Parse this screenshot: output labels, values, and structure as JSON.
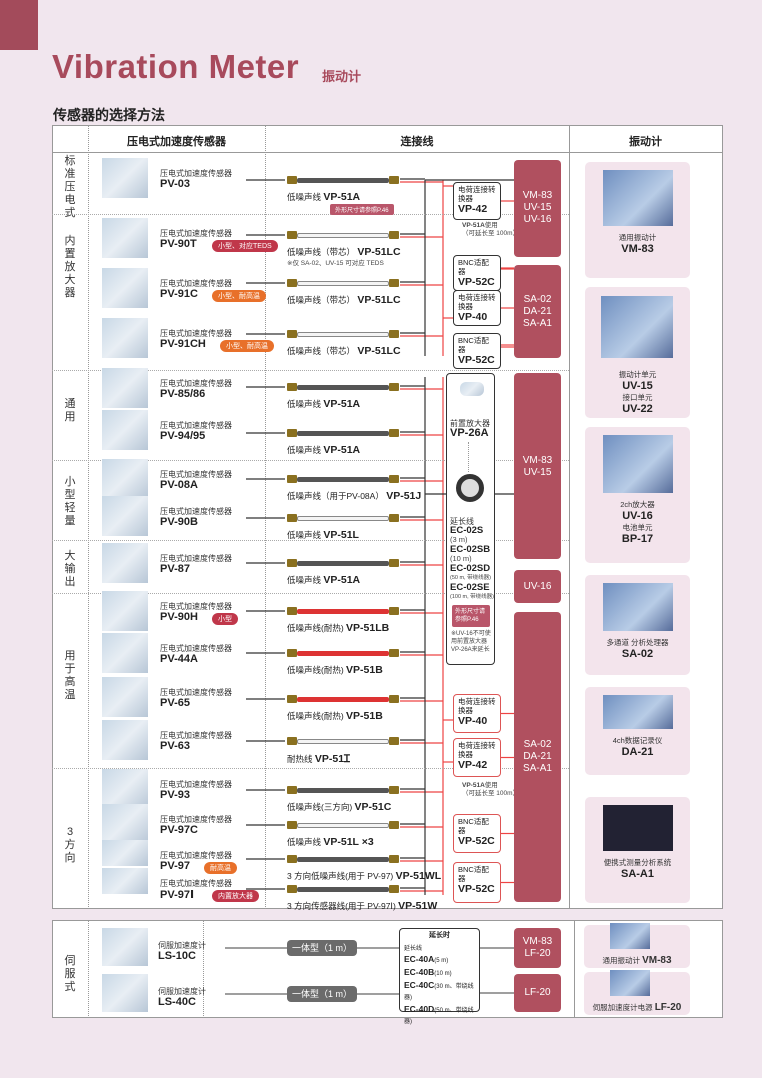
{
  "title": "Vibration Meter",
  "title_sub": "振动计",
  "section_title": "传感器的选择方法",
  "headers": {
    "sensor": "压电式加速度传感器",
    "cable": "连接线",
    "meter": "振动计"
  },
  "categories": [
    "标准压电式",
    "内置放大器",
    "通用",
    "小型轻量",
    "大输出",
    "用于高温",
    "3方向"
  ],
  "sensors": [
    {
      "type": "压电式加速度传感器",
      "model": "PV-03"
    },
    {
      "type": "压电式加速度传感器",
      "model": "PV-90T",
      "badge": "小型、对应TEDS"
    },
    {
      "type": "压电式加速度传感器",
      "model": "PV-91C",
      "badge": "小型、耐高温"
    },
    {
      "type": "压电式加速度传感器",
      "model": "PV-91CH",
      "badge": "小型、耐高温"
    },
    {
      "type": "压电式加速度传感器",
      "model": "PV-85/86"
    },
    {
      "type": "压电式加速度传感器",
      "model": "PV-94/95"
    },
    {
      "type": "压电式加速度传感器",
      "model": "PV-08A"
    },
    {
      "type": "压电式加速度传感器",
      "model": "PV-90B"
    },
    {
      "type": "压电式加速度传感器",
      "model": "PV-87"
    },
    {
      "type": "压电式加速度传感器",
      "model": "PV-90H",
      "badge": "小型"
    },
    {
      "type": "压电式加速度传感器",
      "model": "PV-44A"
    },
    {
      "type": "压电式加速度传感器",
      "model": "PV-65"
    },
    {
      "type": "压电式加速度传感器",
      "model": "PV-63"
    },
    {
      "type": "压电式加速度传感器",
      "model": "PV-93"
    },
    {
      "type": "压电式加速度传感器",
      "model": "PV-97C"
    },
    {
      "type": "压电式加速度传感器",
      "model": "PV-97",
      "badge": "耐高温"
    },
    {
      "type": "压电式加速度传感器",
      "model": "PV-97Ⅰ",
      "badge": "内置放大器"
    }
  ],
  "cables": [
    {
      "label": "低噪声线",
      "model": "VP-51A",
      "tag": "外形尺寸请参照P.46"
    },
    {
      "label": "低噪声线（带芯）",
      "model": "VP-51LC",
      "note": "※仅 SA-02、UV-15 可对应 TEDS"
    },
    {
      "label": "低噪声线（带芯）",
      "model": "VP-51LC"
    },
    {
      "label": "低噪声线（带芯）",
      "model": "VP-51LC"
    },
    {
      "label": "低噪声线",
      "model": "VP-51A"
    },
    {
      "label": "低噪声线",
      "model": "VP-51A"
    },
    {
      "label": "低噪声线（用于PV-08A）",
      "model": "VP-51J"
    },
    {
      "label": "低噪声线",
      "model": "VP-51L"
    },
    {
      "label": "低噪声线",
      "model": "VP-51A"
    },
    {
      "label": "低噪声线(耐热)",
      "model": "VP-51LB"
    },
    {
      "label": "低噪声线(耐热)",
      "model": "VP-51B"
    },
    {
      "label": "低噪声线(耐热)",
      "model": "VP-51B"
    },
    {
      "label": "耐热线",
      "model": "VP-51Ɪ"
    },
    {
      "label": "低噪声线(三方向)",
      "model": "VP-51C"
    },
    {
      "label": "低噪声线",
      "model": "VP-51L ×3"
    },
    {
      "label": "3 方向低噪声线(用于 PV-97)",
      "model": "VP-51WL"
    },
    {
      "label": "3 方向传感器线(用于 PV-97Ⅰ)",
      "model": "VP-51W"
    }
  ],
  "converters": [
    {
      "sub": "电荷连接转换器",
      "model": "VP-42"
    },
    {
      "sub": "BNC适配器",
      "model": "VP-52C"
    },
    {
      "sub": "电荷连接转换器",
      "model": "VP-40"
    },
    {
      "sub": "BNC适配器",
      "model": "VP-52C"
    },
    {
      "sub": "电荷连接转换器",
      "model": "VP-40"
    },
    {
      "sub": "电荷连接转换器",
      "model": "VP-42"
    },
    {
      "sub": "BNC适配器",
      "model": "VP-52C"
    },
    {
      "sub": "BNC适配器",
      "model": "VP-52C"
    }
  ],
  "ext_note": {
    "model": "VP-51A",
    "text": "使用",
    "paren": "可延长至 100m"
  },
  "preamp_box": {
    "sub": "前置放大器",
    "model": "VP-26A",
    "ext_label": "延长线",
    "items": [
      {
        "model": "EC-02S",
        "spec": "(3 m)"
      },
      {
        "model": "EC-02SB",
        "spec": "(10 m)"
      },
      {
        "model": "EC-02SD",
        "spec": "(50 m, 带绕线器)"
      },
      {
        "model": "EC-02SE",
        "spec": "(100 m, 带绕线器)"
      }
    ],
    "tag": "外形尺寸请参照P.46",
    "note": "※UV-16不可使用前置放大器VP-26A来延长"
  },
  "red_boxes": [
    [
      "VM-83",
      "UV-15",
      "UV-16"
    ],
    [
      "SA-02",
      "DA-21",
      "SA-A1"
    ],
    [
      "VM-83",
      "UV-15"
    ],
    [
      "UV-16"
    ],
    [
      "SA-02",
      "DA-21",
      "SA-A1"
    ]
  ],
  "meters": [
    {
      "items": [
        {
          "sub": "通用振动计",
          "model": "VM-83"
        }
      ]
    },
    {
      "items": [
        {
          "sub": "振动计单元",
          "model": "UV-15"
        },
        {
          "sub": "接口单元",
          "model": "UV-22"
        }
      ]
    },
    {
      "items": [
        {
          "sub": "2ch放大器",
          "model": "UV-16"
        },
        {
          "sub": "电池单元",
          "model": "BP-17"
        }
      ]
    },
    {
      "items": [
        {
          "sub": "多通道 分析处理器",
          "model": "SA-02"
        }
      ]
    },
    {
      "items": [
        {
          "sub": "4ch数据记录仪",
          "model": "DA-21"
        }
      ]
    },
    {
      "items": [
        {
          "sub": "便携式测量分析系统",
          "model": "SA-A1"
        }
      ]
    }
  ],
  "servo": {
    "category": "伺服式",
    "sensors": [
      {
        "type": "伺服加速度计",
        "model": "LS-10C"
      },
      {
        "type": "伺服加速度计",
        "model": "LS-40C"
      }
    ],
    "cable": "一体型（1 m）",
    "ext_box": {
      "title": "延长时",
      "label": "延长线",
      "items": [
        {
          "model": "EC-40A",
          "spec": "(5 m)"
        },
        {
          "model": "EC-40B",
          "spec": "(10 m)"
        },
        {
          "model": "EC-40C",
          "spec": "(30 m、带绕线器)"
        },
        {
          "model": "EC-40D",
          "spec": "(50 m、带绕线器)"
        }
      ]
    },
    "red_boxes": [
      [
        "VM-83",
        "LF-20"
      ],
      [
        "LF-20"
      ]
    ],
    "meters": [
      {
        "sub": "通用振动计",
        "model": "VM-83"
      },
      {
        "sub": "伺服加速度计电源",
        "model": "LF-20"
      }
    ]
  },
  "colors": {
    "brand": "#a84a5c",
    "red_box": "#b0505f",
    "badge_red": "#c0374a",
    "badge_orange": "#e8702a"
  }
}
